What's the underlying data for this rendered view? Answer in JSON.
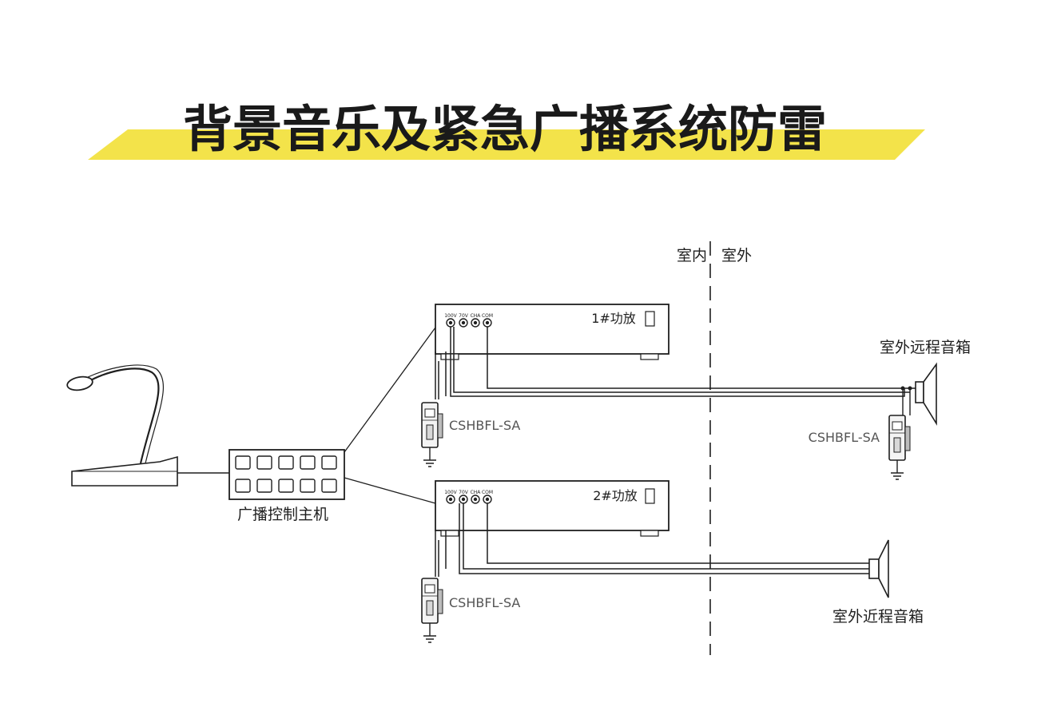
{
  "title": "背景音乐及紧急广播系统防雷",
  "colors": {
    "highlight": "#f3e34a",
    "ink": "#1f1f1f",
    "label_gray": "#555555"
  },
  "boundary": {
    "indoor": "室内",
    "outdoor": "室外"
  },
  "controller": {
    "label": "广播控制主机"
  },
  "amplifiers": [
    {
      "label": "1#功放",
      "ports": [
        "100V",
        "70V",
        "CHA",
        "COM"
      ]
    },
    {
      "label": "2#功放",
      "ports": [
        "100V",
        "70V",
        "CHA",
        "COM"
      ]
    }
  ],
  "spd": {
    "model": "CSHBFL-SA"
  },
  "speakers": {
    "remote": "室外远程音箱",
    "near": "室外近程音箱"
  },
  "icons": [
    "microphone-icon",
    "surge-protector-icon",
    "ground-icon",
    "speaker-horn-icon"
  ]
}
